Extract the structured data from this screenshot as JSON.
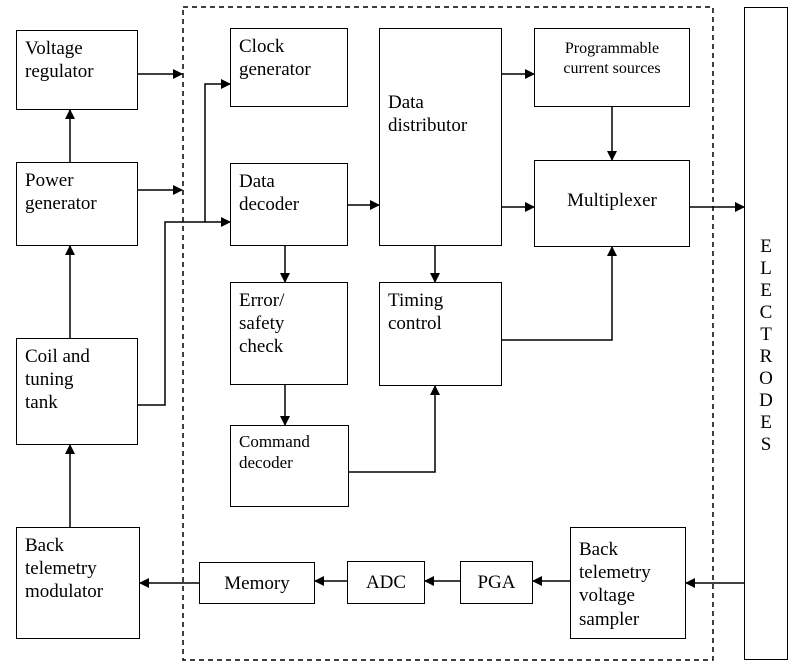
{
  "blocks": {
    "voltage_regulator": "Voltage\nregulator",
    "power_generator": "Power\ngenerator",
    "coil_tuning_tank": "Coil and\ntuning\ntank",
    "back_telemetry_modulator": "Back\ntelemetry\nmodulator",
    "clock_generator": "Clock\ngenerator",
    "data_decoder": "Data\ndecoder",
    "error_safety_check": "Error/\nsafety\ncheck",
    "command_decoder": "Command\ndecoder",
    "data_distributor": "Data\ndistributor",
    "timing_control": "Timing\ncontrol",
    "programmable_current_sources": "Programmable\ncurrent sources",
    "multiplexer": "Multiplexer",
    "memory": "Memory",
    "adc": "ADC",
    "pga": "PGA",
    "back_telemetry_voltage_sampler": "Back\ntelemetry\nvoltage\nsampler",
    "electrodes": "E\nL\nE\nC\nT\nR\nO\nD\nE\nS"
  }
}
